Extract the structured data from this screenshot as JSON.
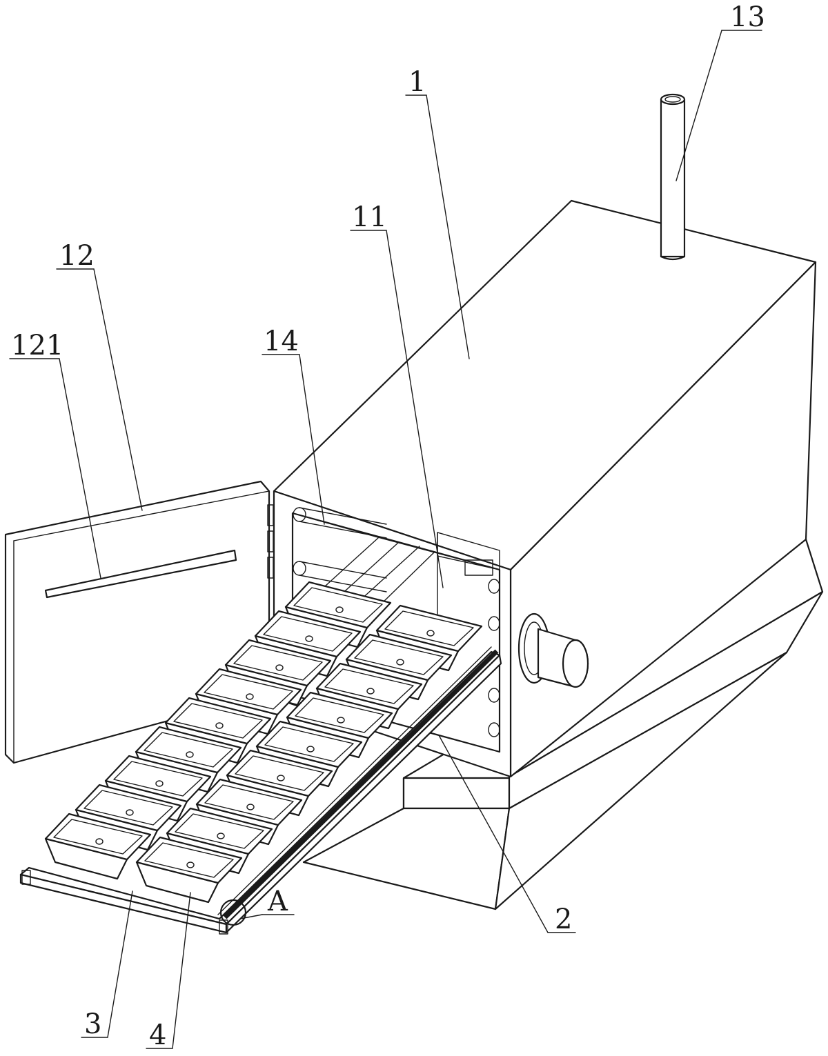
{
  "labels": {
    "l13": "13",
    "l1": "1",
    "l11": "11",
    "l12": "12",
    "l121": "121",
    "l14": "14",
    "l2": "2",
    "lA": "A",
    "l3": "3",
    "l4": "4"
  },
  "colors": {
    "line": "#1a1a1a",
    "paper": "#ffffff"
  }
}
